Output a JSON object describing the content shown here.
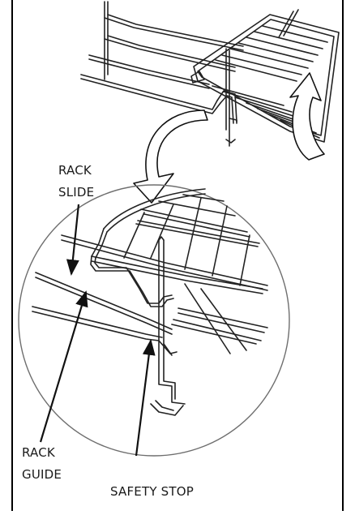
{
  "diagram": {
    "labels": {
      "rack_slide": [
        "RACK",
        "SLIDE"
      ],
      "rack_guide": [
        "RACK",
        "GUIDE"
      ],
      "safety_stop": "SAFETY STOP"
    }
  }
}
